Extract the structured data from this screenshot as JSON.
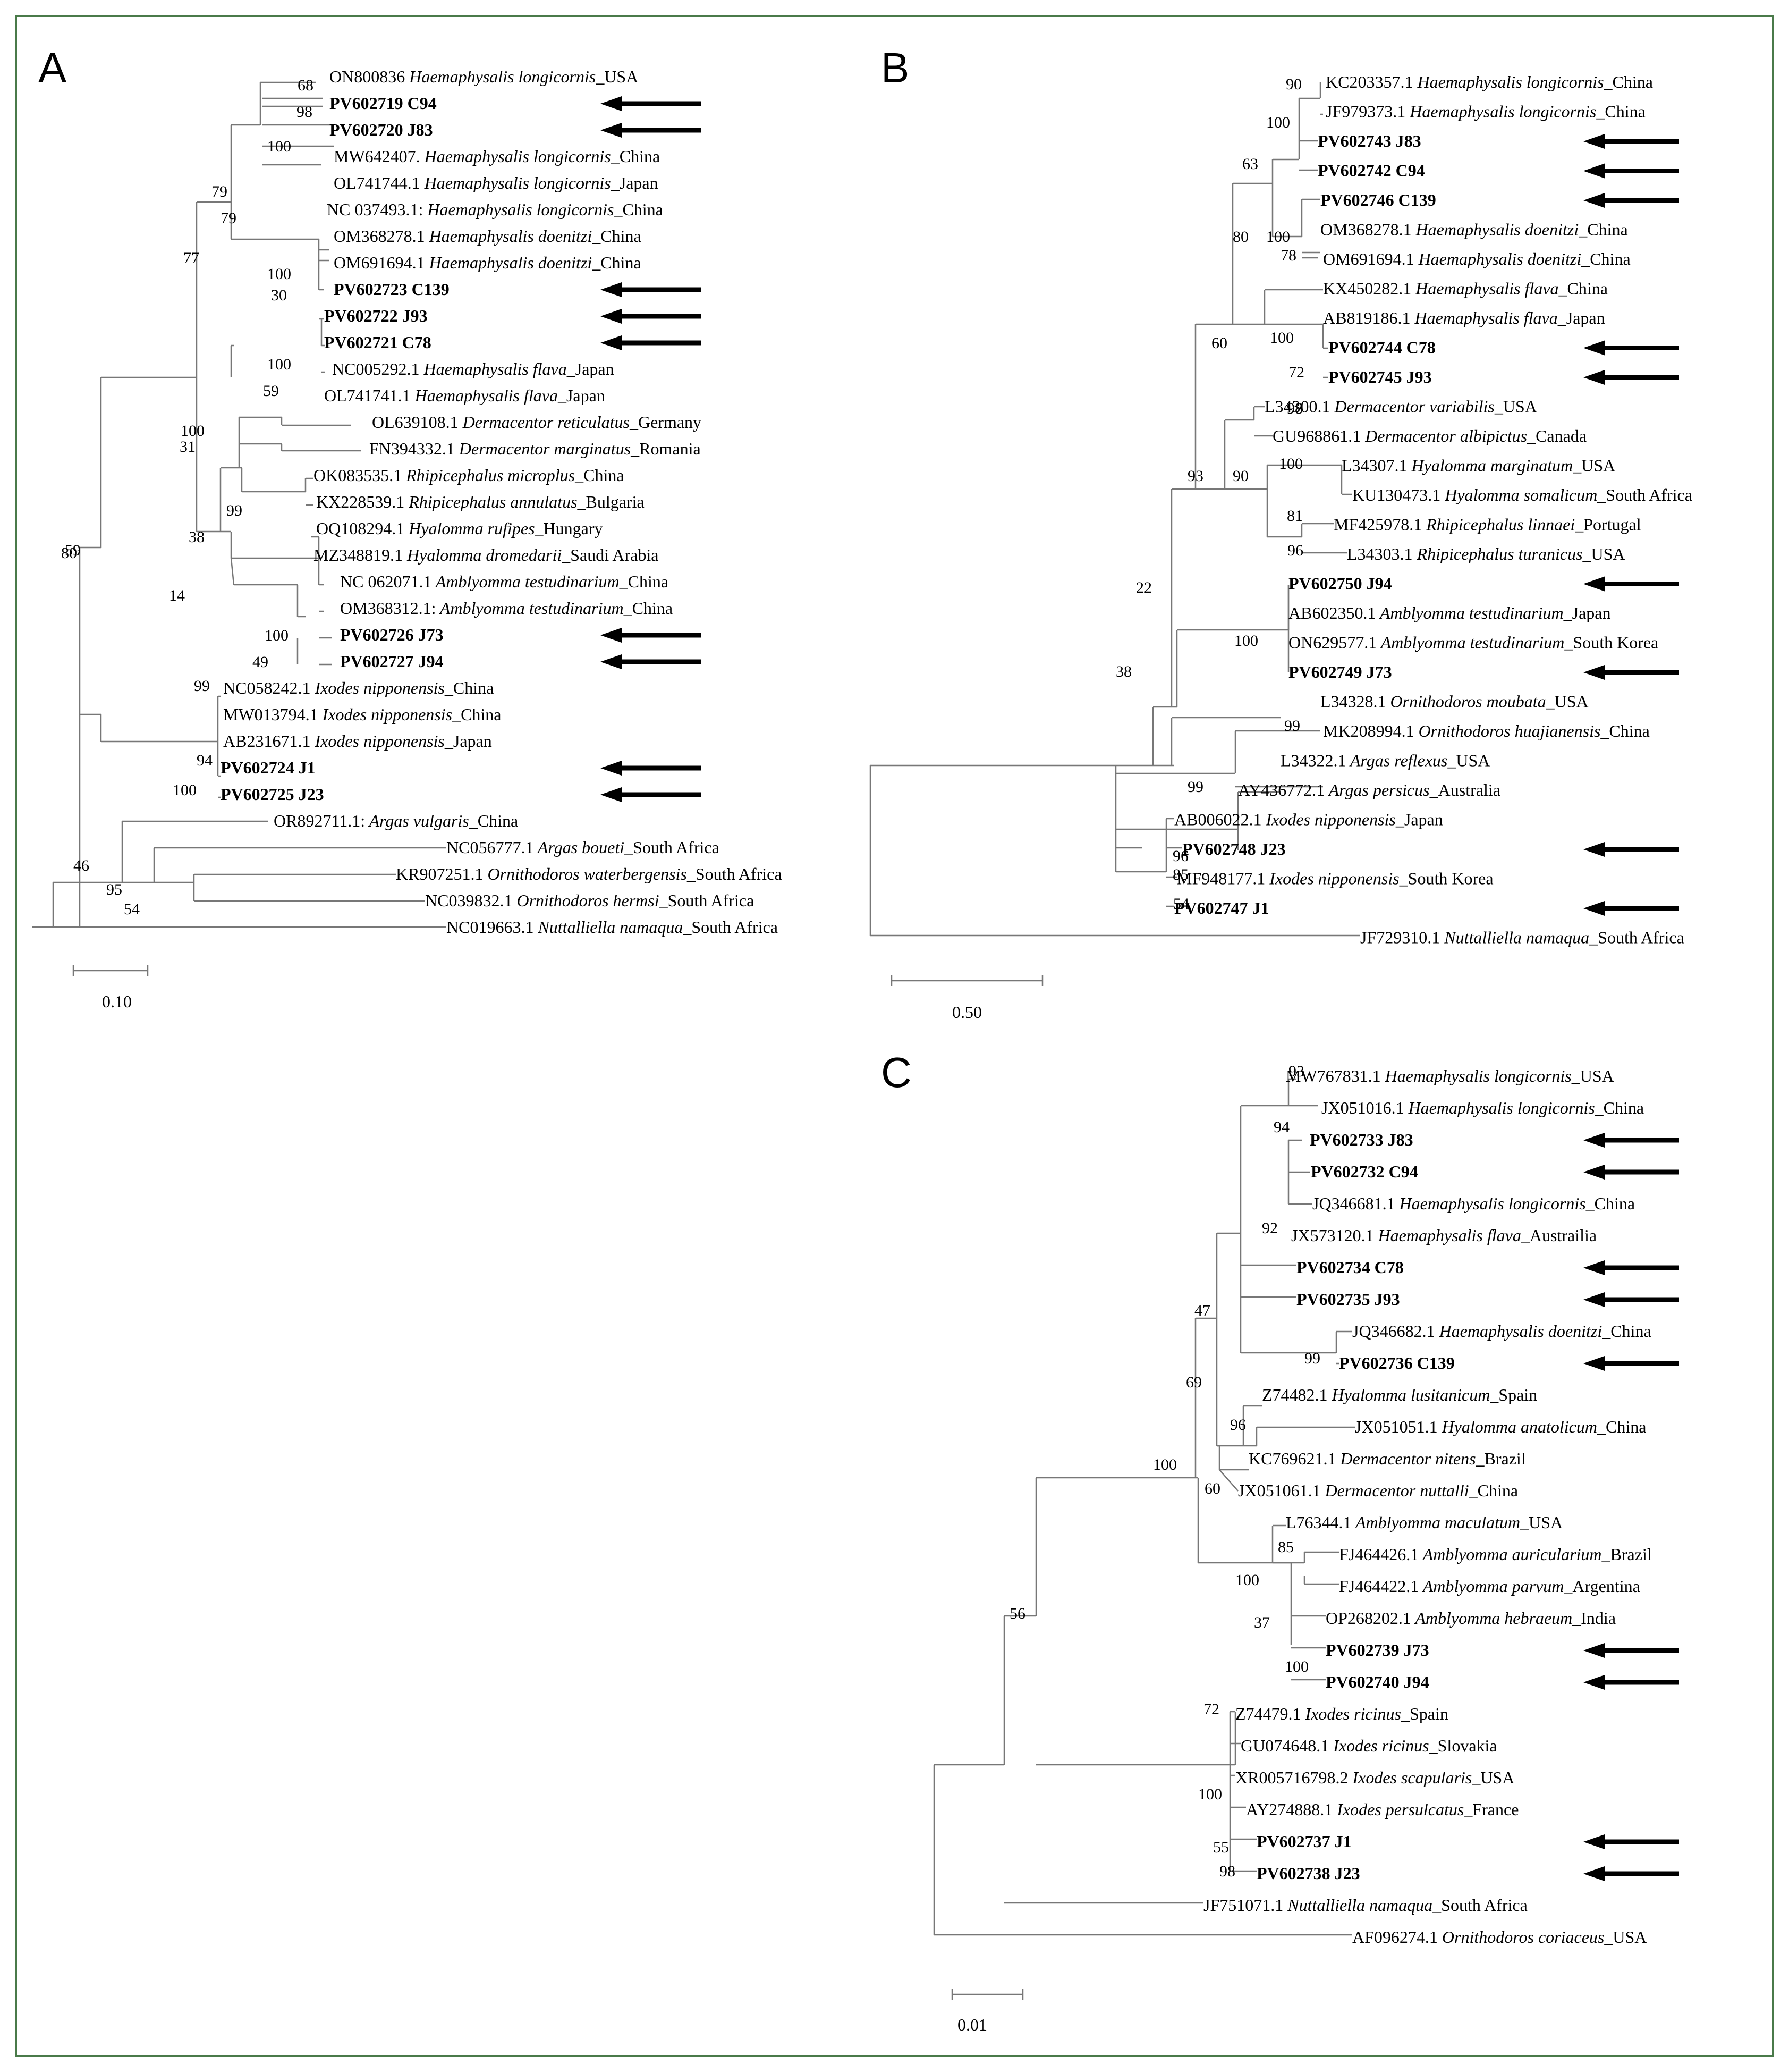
{
  "frame": {
    "border_color": "#4a7a4a"
  },
  "panels": [
    {
      "letter": "A",
      "scale": "0.10",
      "leaves": [
        {
          "acc": "ON800836",
          "sp": "Haemaphysalis longicornis",
          "loc": "_USA"
        },
        {
          "acc": "PV602719 C94",
          "sample": true,
          "arrow": true
        },
        {
          "acc": "PV602720 J83",
          "sample": true,
          "arrow": true
        },
        {
          "acc": "MW642407.",
          "sp": "Haemaphysalis longicornis",
          "loc": "_China"
        },
        {
          "acc": "OL741744.1",
          "sp": "Haemaphysalis longicornis",
          "loc": "_Japan"
        },
        {
          "acc": "NC 037493.1:",
          "sp": "Haemaphysalis longicornis",
          "loc": "_China"
        },
        {
          "acc": "OM368278.1",
          "sp": "Haemaphysalis doenitzi",
          "loc": "_China"
        },
        {
          "acc": "OM691694.1",
          "sp": "Haemaphysalis doenitzi",
          "loc": "_China"
        },
        {
          "acc": "PV602723 C139",
          "sample": true,
          "arrow": true
        },
        {
          "acc": "PV602722 J93",
          "sample": true,
          "arrow": true
        },
        {
          "acc": "PV602721 C78",
          "sample": true,
          "arrow": true
        },
        {
          "acc": "NC005292.1",
          "sp": "Haemaphysalis flava",
          "loc": "_Japan"
        },
        {
          "acc": "OL741741.1",
          "sp": "Haemaphysalis flava",
          "loc": "_Japan"
        },
        {
          "acc": "OL639108.1",
          "sp": "Dermacentor reticulatus",
          "loc": "_Germany"
        },
        {
          "acc": "FN394332.1",
          "sp": "Dermacentor marginatus",
          "loc": "_Romania"
        },
        {
          "acc": "OK083535.1",
          "sp": "Rhipicephalus microplus",
          "loc": "_China"
        },
        {
          "acc": "KX228539.1",
          "sp": "Rhipicephalus annulatus",
          "loc": "_Bulgaria"
        },
        {
          "acc": "OQ108294.1",
          "sp": "Hyalomma rufipes",
          "loc": "_Hungary"
        },
        {
          "acc": "MZ348819.1",
          "sp": "Hyalomma dromedarii",
          "loc": "_Saudi Arabia"
        },
        {
          "acc": "NC 062071.1",
          "sp": "Amblyomma testudinarium",
          "loc": "_China"
        },
        {
          "acc": "OM368312.1:",
          "sp": "Amblyomma testudinarium",
          "loc": "_China"
        },
        {
          "acc": "PV602726 J73",
          "sample": true,
          "arrow": true
        },
        {
          "acc": "PV602727 J94",
          "sample": true,
          "arrow": true
        },
        {
          "acc": "NC058242.1",
          "sp": "Ixodes nipponensis",
          "loc": "_China"
        },
        {
          "acc": "MW013794.1",
          "sp": "Ixodes nipponensis",
          "loc": "_China"
        },
        {
          "acc": "AB231671.1",
          "sp": "Ixodes nipponensis",
          "loc": "_Japan"
        },
        {
          "acc": "PV602724 J1",
          "sample": true,
          "arrow": true
        },
        {
          "acc": "PV602725 J23",
          "sample": true,
          "arrow": true
        },
        {
          "acc": "OR892711.1:",
          "sp": "Argas vulgaris",
          "loc": "_China"
        },
        {
          "acc": "NC056777.1",
          "sp": "Argas boueti",
          "loc": "_South Africa"
        },
        {
          "acc": "KR907251.1",
          "sp": "Ornithodoros waterbergensis",
          "loc": "_South Africa"
        },
        {
          "acc": "NC039832.1",
          "sp": "Ornithodoros hermsi",
          "loc": "_South Africa"
        },
        {
          "acc": "NC019663.1",
          "sp": "Nuttalliella namaqua",
          "loc": "_South Africa"
        }
      ],
      "support": [
        "68",
        "98",
        "100",
        "79",
        "79",
        "100",
        "30",
        "100",
        "59",
        "77",
        "80",
        "31",
        "100",
        "99",
        "38",
        "14",
        "100",
        "49",
        "99",
        "94",
        "100",
        "46",
        "95",
        "54",
        "59",
        "80"
      ]
    },
    {
      "letter": "B",
      "scale": "0.50",
      "leaves": [
        {
          "acc": "KC203357.1",
          "sp": "Haemaphysalis longicornis",
          "loc": "_China"
        },
        {
          "acc": "JF979373.1",
          "sp": "Haemaphysalis longicornis",
          "loc": "_China"
        },
        {
          "acc": "PV602743 J83",
          "sample": true,
          "arrow": true
        },
        {
          "acc": "PV602742 C94",
          "sample": true,
          "arrow": true
        },
        {
          "acc": "PV602746 C139",
          "sample": true,
          "arrow": true
        },
        {
          "acc": "OM368278.1",
          "sp": "Haemaphysalis doenitzi",
          "loc": "_China"
        },
        {
          "acc": "OM691694.1",
          "sp": "Haemaphysalis doenitzi",
          "loc": "_China"
        },
        {
          "acc": "KX450282.1",
          "sp": "Haemaphysalis flava",
          "loc": "_China"
        },
        {
          "acc": "AB819186.1",
          "sp": "Haemaphysalis flava",
          "loc": "_Japan"
        },
        {
          "acc": "PV602744 C78",
          "sample": true,
          "arrow": true
        },
        {
          "acc": "PV602745 J93",
          "sample": true,
          "arrow": true
        },
        {
          "acc": "L34300.1",
          "sp": "Dermacentor variabilis",
          "loc": "_USA"
        },
        {
          "acc": "GU968861.1",
          "sp": "Dermacentor albipictus",
          "loc": "_Canada"
        },
        {
          "acc": "L34307.1",
          "sp": "Hyalomma marginatum",
          "loc": "_USA"
        },
        {
          "acc": "KU130473.1",
          "sp": "Hyalomma somalicum",
          "loc": "_South Africa"
        },
        {
          "acc": "MF425978.1",
          "sp": "Rhipicephalus linnaei",
          "loc": "_Portugal"
        },
        {
          "acc": "L34303.1",
          "sp": "Rhipicephalus turanicus",
          "loc": "_USA"
        },
        {
          "acc": "PV602750 J94",
          "sample": true,
          "arrow": true
        },
        {
          "acc": "AB602350.1",
          "sp": "Amblyomma testudinarium",
          "loc": "_Japan"
        },
        {
          "acc": "ON629577.1",
          "sp": "Amblyomma testudinarium",
          "loc": "_South Korea"
        },
        {
          "acc": "PV602749 J73",
          "sample": true,
          "arrow": true
        },
        {
          "acc": "L34328.1",
          "sp": "Ornithodoros moubata",
          "loc": "_USA"
        },
        {
          "acc": "MK208994.1",
          "sp": "Ornithodoros huajianensis",
          "loc": "_China"
        },
        {
          "acc": "L34322.1",
          "sp": "Argas reflexus",
          "loc": "_USA"
        },
        {
          "acc": "AY436772.1",
          "sp": "Argas persicus",
          "loc": "_Australia"
        },
        {
          "acc": "AB006022.1",
          "sp": "Ixodes nipponensis",
          "loc": "_Japan"
        },
        {
          "acc": "PV602748 J23",
          "sample": true,
          "arrow": true
        },
        {
          "acc": "MF948177.1",
          "sp": "Ixodes nipponensis",
          "loc": "_South Korea"
        },
        {
          "acc": "PV602747 J1",
          "sample": true,
          "arrow": true
        },
        {
          "acc": "JF729310.1",
          "sp": "Nuttalliella namaqua",
          "loc": "_South Africa"
        }
      ],
      "support": [
        "90",
        "100",
        "63",
        "100",
        "78",
        "80",
        "100",
        "72",
        "60",
        "98",
        "100",
        "90",
        "81",
        "96",
        "93",
        "100",
        "22",
        "99",
        "38",
        "99",
        "96",
        "85",
        "54"
      ]
    },
    {
      "letter": "C",
      "scale": "0.01",
      "leaves": [
        {
          "acc": "MW767831.1",
          "sp": "Haemaphysalis longicornis",
          "loc": "_USA"
        },
        {
          "acc": "JX051016.1",
          "sp": "Haemaphysalis longicornis",
          "loc": "_China"
        },
        {
          "acc": "PV602733 J83",
          "sample": true,
          "arrow": true
        },
        {
          "acc": "PV602732 C94",
          "sample": true,
          "arrow": true
        },
        {
          "acc": "JQ346681.1",
          "sp": "Haemaphysalis longicornis",
          "loc": "_China"
        },
        {
          "acc": "JX573120.1",
          "sp": "Haemaphysalis flava",
          "loc": "_Austrailia"
        },
        {
          "acc": "PV602734 C78",
          "sample": true,
          "arrow": true
        },
        {
          "acc": "PV602735 J93",
          "sample": true,
          "arrow": true
        },
        {
          "acc": "JQ346682.1",
          "sp": "Haemaphysalis doenitzi",
          "loc": "_China"
        },
        {
          "acc": "PV602736 C139",
          "sample": true,
          "arrow": true
        },
        {
          "acc": "Z74482.1",
          "sp": "Hyalomma lusitanicum",
          "loc": "_Spain"
        },
        {
          "acc": "JX051051.1",
          "sp": "Hyalomma anatolicum",
          "loc": "_China"
        },
        {
          "acc": "KC769621.1",
          "sp": "Dermacentor nitens",
          "loc": "_Brazil"
        },
        {
          "acc": "JX051061.1",
          "sp": "Dermacentor nuttalli",
          "loc": "_China"
        },
        {
          "acc": "L76344.1",
          "sp": "Amblyomma maculatum",
          "loc": "_USA"
        },
        {
          "acc": "FJ464426.1",
          "sp": "Amblyomma auricularium",
          "loc": "_Brazil"
        },
        {
          "acc": "FJ464422.1",
          "sp": "Amblyomma parvum",
          "loc": "_Argentina"
        },
        {
          "acc": "OP268202.1",
          "sp": "Amblyomma hebraeum",
          "loc": "_India"
        },
        {
          "acc": "PV602739 J73",
          "sample": true,
          "arrow": true
        },
        {
          "acc": "PV602740 J94",
          "sample": true,
          "arrow": true
        },
        {
          "acc": "Z74479.1",
          "sp": "Ixodes ricinus",
          "loc": "_Spain"
        },
        {
          "acc": "GU074648.1",
          "sp": "Ixodes ricinus",
          "loc": "_Slovakia"
        },
        {
          "acc": "XR005716798.2",
          "sp": "Ixodes scapularis",
          "loc": "_USA"
        },
        {
          "acc": "AY274888.1",
          "sp": "Ixodes persulcatus",
          "loc": "_France"
        },
        {
          "acc": "PV602737 J1",
          "sample": true,
          "arrow": true
        },
        {
          "acc": "PV602738 J23",
          "sample": true,
          "arrow": true
        },
        {
          "acc": "JF751071.1",
          "sp": "Nuttalliella namaqua",
          "loc": "_South Africa"
        },
        {
          "acc": "AF096274.1",
          "sp": "Ornithodoros coriaceus",
          "loc": "_USA"
        }
      ],
      "support": [
        "93",
        "94",
        "92",
        "99",
        "47",
        "69",
        "96",
        "60",
        "100",
        "85",
        "100",
        "37",
        "100",
        "56",
        "72",
        "100",
        "55",
        "98"
      ]
    }
  ]
}
